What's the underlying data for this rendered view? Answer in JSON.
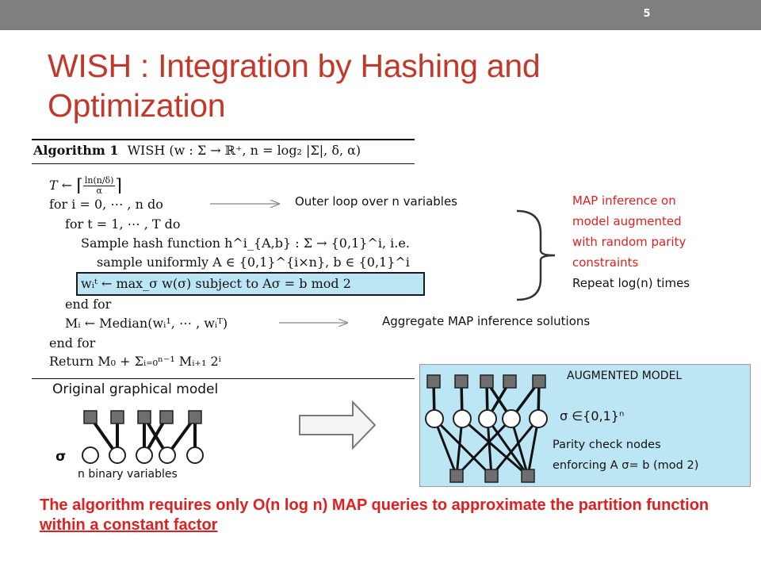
{
  "slide_number": "5",
  "title": "WISH : Integration by Hashing and Optimization",
  "algorithm": {
    "header_bold": "Algorithm 1",
    "header_text": "WISH (w : Σ → ℝ⁺, n = log₂ |Σ|, δ, α)",
    "line_T": "T ←",
    "frac_num": "ln(n/δ)",
    "frac_den": "α",
    "line_for_i": "for i = 0, ⋯ , n do",
    "line_for_t": "for t = 1, ⋯ , T do",
    "line_sample": "Sample hash function h^i_{A,b} : Σ → {0,1}^i, i.e.",
    "line_uniform": "sample uniformly A ∈ {0,1}^{i×n}, b ∈ {0,1}^i",
    "line_wit": "wᵢᵗ ← max_σ w(σ) subject to Aσ = b  mod 2",
    "line_end_for": "end for",
    "line_median": "Mᵢ ← Median(wᵢ¹, ⋯ , wᵢᵀ)",
    "line_end_for2": "end for",
    "line_return": "Return M₀ + Σᵢ₌₀ⁿ⁻¹ Mᵢ₊₁ 2ⁱ"
  },
  "annotations": {
    "outer_loop": "Outer loop over n variables",
    "aggregate": "Aggregate MAP inference solutions",
    "map_lines": [
      "MAP inference on",
      "model augmented",
      "with random parity",
      "constraints"
    ],
    "repeat": "Repeat log(n) times"
  },
  "original_model": {
    "label": "Original graphical model",
    "sigma": "σ",
    "caption": "n binary variables"
  },
  "augmented_model": {
    "title": "AUGMENTED MODEL",
    "sigma_label": "σ ∈{0,1}ⁿ",
    "parity_line1": "Parity check nodes",
    "parity_line2": "enforcing A σ= b (mod 2)"
  },
  "bottom_text": {
    "main": "The algorithm requires only O(n log n) MAP queries to approximate the partition function ",
    "underlined": "within a constant factor"
  },
  "colors": {
    "title": "#c0392b",
    "accent_red": "#e02020",
    "highlight_blue": "#bde6f5",
    "node_gray": "#6e6e6e",
    "topbar": "#7f7f7f"
  }
}
